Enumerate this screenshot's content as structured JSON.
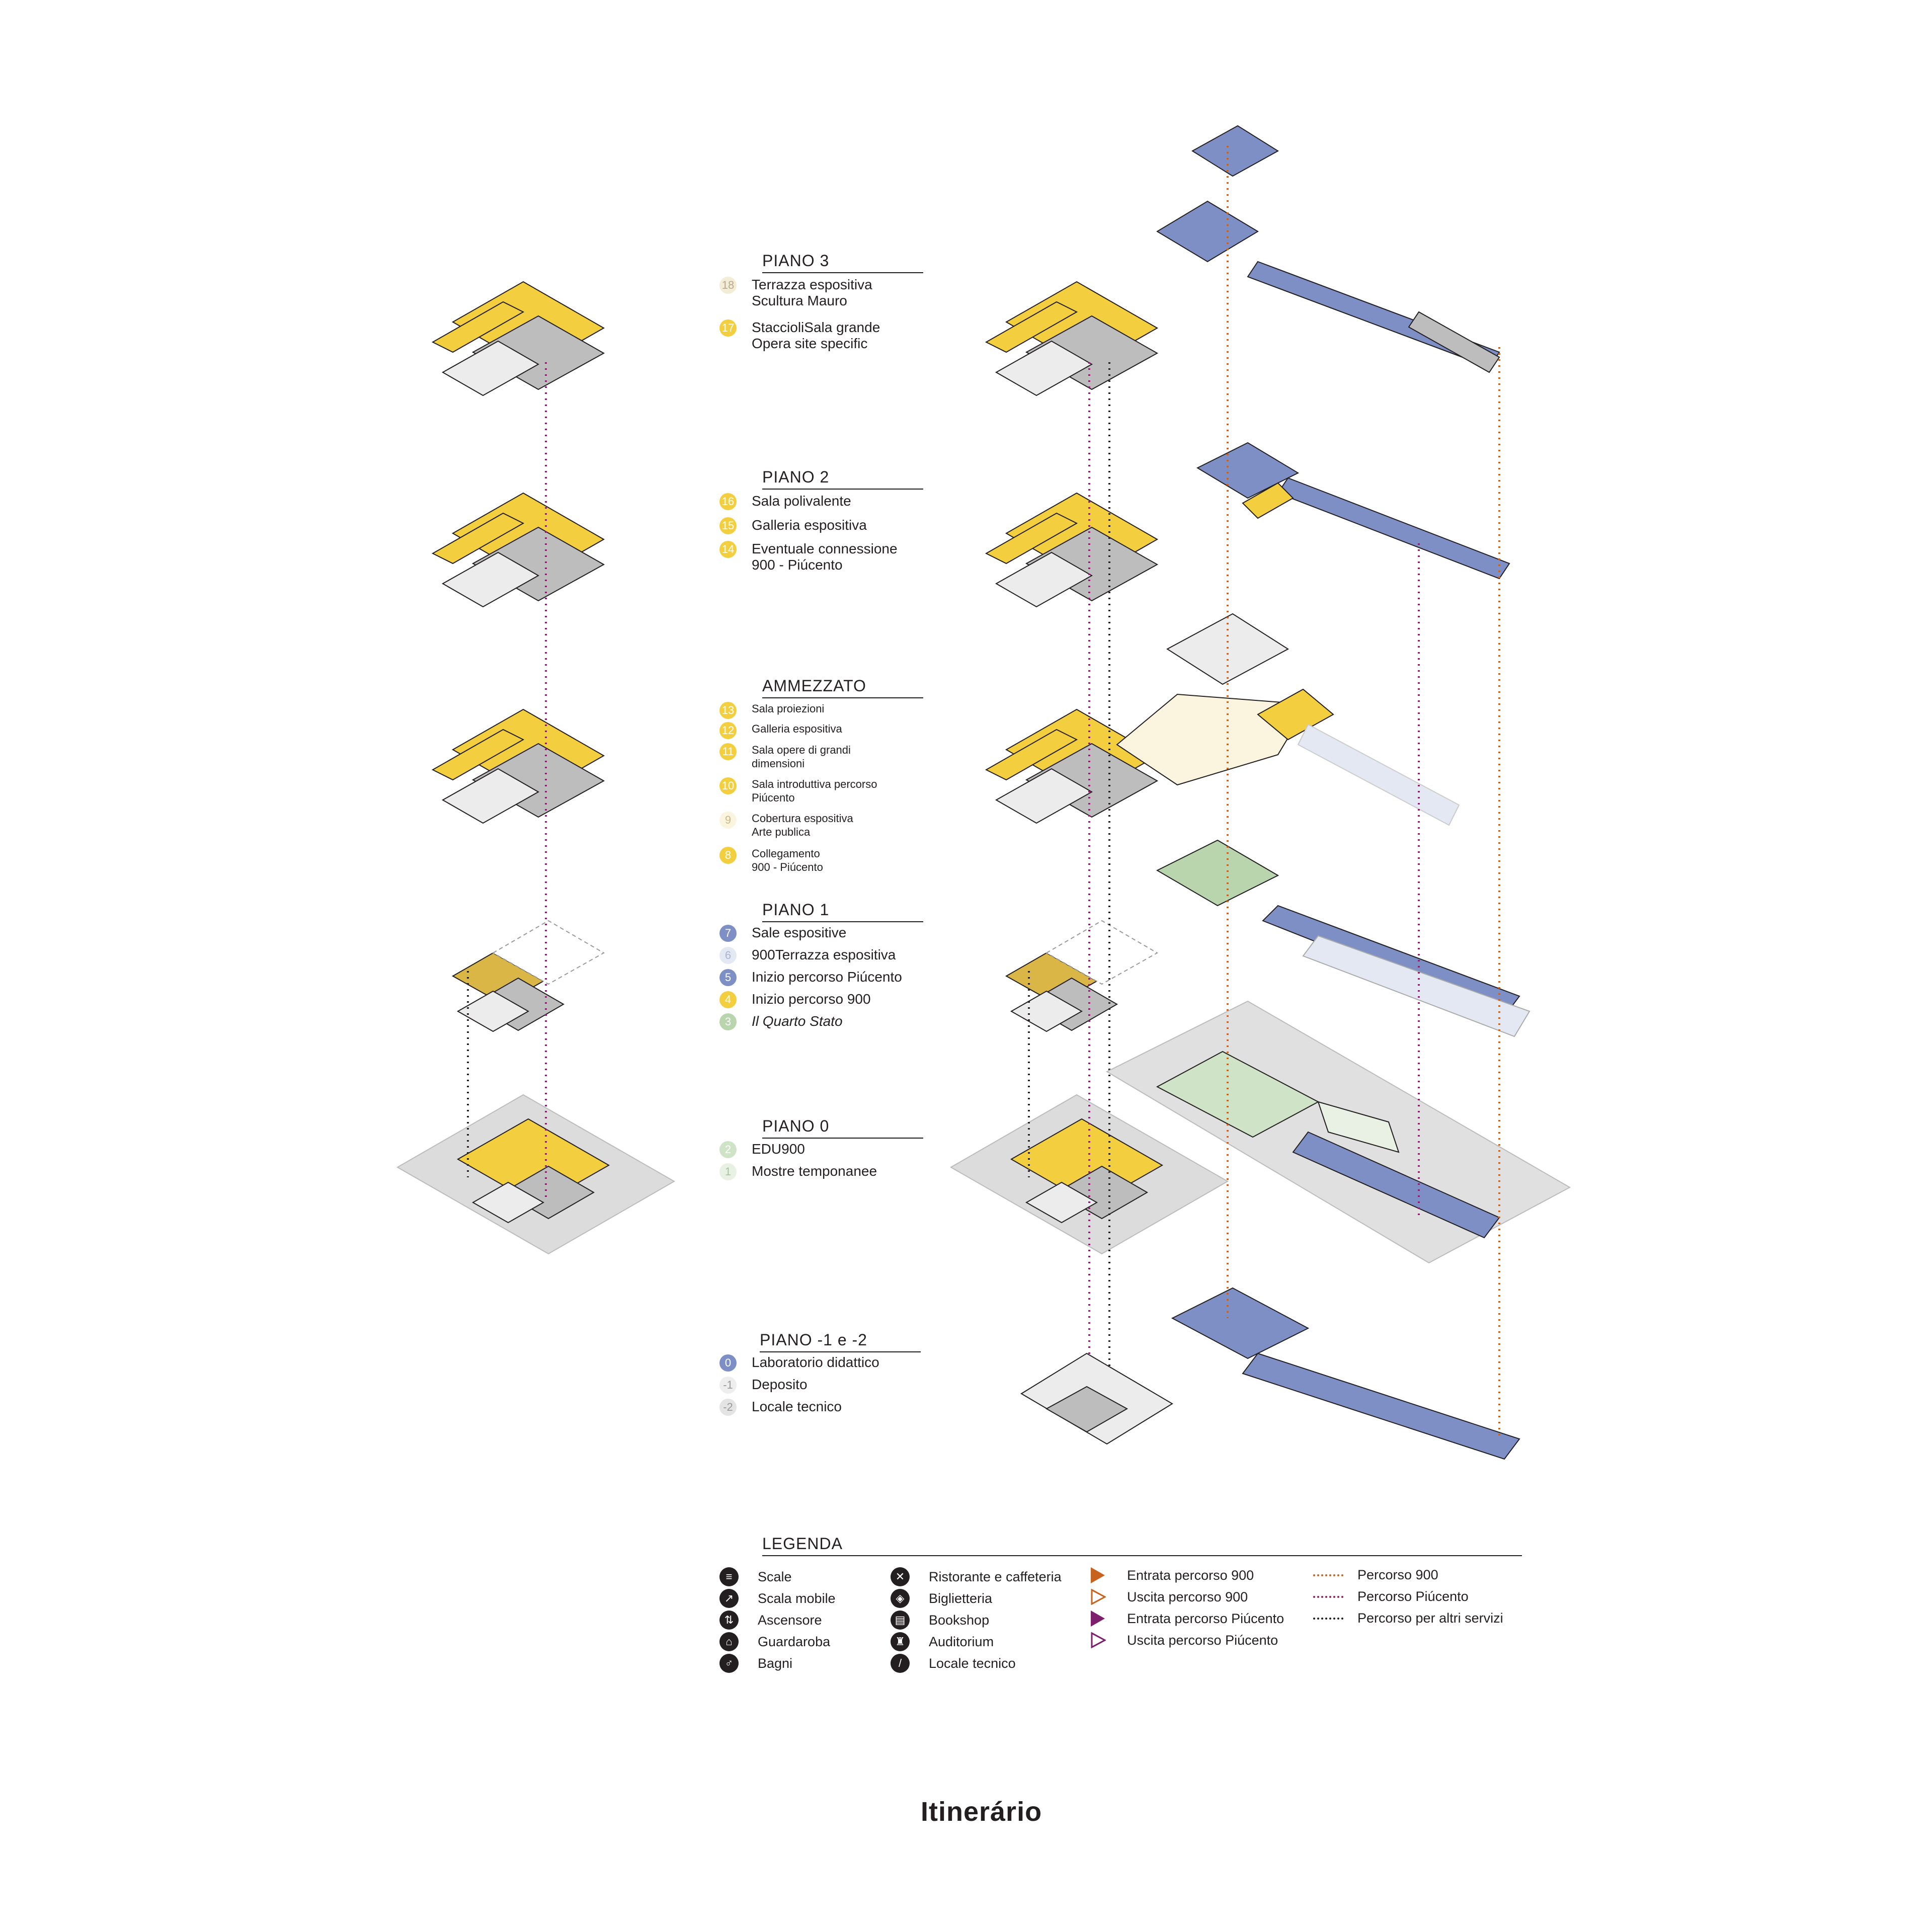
{
  "floors": [
    {
      "title": "PIANO 3",
      "rows": [
        {
          "num": "18",
          "color": "#f3ecd6",
          "text": "Terrazza espositiva\nScultura Mauro",
          "size": "normal",
          "italic": false
        },
        {
          "num": "17",
          "color": "#f3cf3f",
          "text": "StaccioliSala grande\nOpera site specific",
          "size": "normal",
          "italic": false
        }
      ]
    },
    {
      "title": "PIANO 2",
      "rows": [
        {
          "num": "16",
          "color": "#f3cf3f",
          "text": "Sala polivalente",
          "size": "normal",
          "italic": false
        },
        {
          "num": "15",
          "color": "#f3cf3f",
          "text": "Galleria espositiva",
          "size": "normal",
          "italic": false
        },
        {
          "num": "14",
          "color": "#f3cf3f",
          "text": "Eventuale connessione\n900 - Piúcento",
          "size": "normal",
          "italic": false
        }
      ]
    },
    {
      "title": "AMMEZZATO",
      "rows": [
        {
          "num": "13",
          "color": "#f3cf3f",
          "text": "Sala proiezioni",
          "size": "small",
          "italic": false
        },
        {
          "num": "12",
          "color": "#f3cf3f",
          "text": "Galleria espositiva",
          "size": "small",
          "italic": false
        },
        {
          "num": "11",
          "color": "#f3cf3f",
          "text": "Sala opere di grandi\ndimensioni",
          "size": "small",
          "italic": false
        },
        {
          "num": "10",
          "color": "#f3cf3f",
          "text": "Sala introduttiva percorso\nPiúcento",
          "size": "small",
          "italic": false
        },
        {
          "num": "9",
          "color": "#fbf4df",
          "text": "Cobertura espositiva\nArte publica",
          "size": "small",
          "italic": false
        },
        {
          "num": "8",
          "color": "#f3cf3f",
          "text": "Collegamento\n900 - Piúcento",
          "size": "small",
          "italic": false
        }
      ]
    },
    {
      "title": "PIANO 1",
      "rows": [
        {
          "num": "7",
          "color": "#7d8fc4",
          "text": "Sale espositive",
          "size": "normal",
          "italic": false
        },
        {
          "num": "6",
          "color": "#e4e8f3",
          "text": "900Terrazza espositiva",
          "size": "normal",
          "italic": false
        },
        {
          "num": "5",
          "color": "#7d8fc4",
          "text": "Inizio percorso Piúcento",
          "size": "normal",
          "italic": false
        },
        {
          "num": "4",
          "color": "#f3cf3f",
          "text": "Inizio percorso 900",
          "size": "normal",
          "italic": false
        },
        {
          "num": "3",
          "color": "#b9d5ad",
          "text": "Il Quarto Stato",
          "size": "normal",
          "italic": true
        }
      ]
    },
    {
      "title": "PIANO 0",
      "rows": [
        {
          "num": "2",
          "color": "#cfe3c6",
          "text": "EDU900",
          "size": "normal",
          "italic": false
        },
        {
          "num": "1",
          "color": "#e8f1e3",
          "text": "Mostre temponanee",
          "size": "normal",
          "italic": false
        }
      ]
    },
    {
      "title": "PIANO -1 e -2",
      "rows": [
        {
          "num": "0",
          "color": "#7d8fc4",
          "text": "Laboratorio didattico",
          "size": "normal",
          "italic": false
        },
        {
          "num": "-1",
          "color": "#eeeeee",
          "text": "Deposito",
          "size": "normal",
          "italic": false
        },
        {
          "num": "-2",
          "color": "#e4e4e4",
          "text": "Locale tecnico",
          "size": "normal",
          "italic": false
        }
      ]
    }
  ],
  "legend": {
    "title": "LEGENDA",
    "col1": [
      {
        "icon": "stairs-icon",
        "label": "Scale"
      },
      {
        "icon": "escalator-icon",
        "label": "Scala mobile"
      },
      {
        "icon": "elevator-icon",
        "label": "Ascensore"
      },
      {
        "icon": "cloakroom-icon",
        "label": "Guardaroba"
      },
      {
        "icon": "restroom-icon",
        "label": "Bagni"
      }
    ],
    "col2": [
      {
        "icon": "restaurant-icon",
        "label": "Ristorante e caffeteria"
      },
      {
        "icon": "ticket-icon",
        "label": "Biglietteria"
      },
      {
        "icon": "bookshop-icon",
        "label": "Bookshop"
      },
      {
        "icon": "auditorium-icon",
        "label": "Auditorium"
      },
      {
        "icon": "wrench-icon",
        "label": "Locale tecnico"
      }
    ],
    "col3": [
      {
        "label": "Entrata percorso 900"
      },
      {
        "label": "Uscita percorso 900"
      },
      {
        "label": "Entrata percorso Piúcento"
      },
      {
        "label": "Uscita percorso Piúcento"
      }
    ],
    "col4": [
      {
        "label": "Percorso 900"
      },
      {
        "label": "Percorso Piúcento"
      },
      {
        "label": "Percorso per altri servizi"
      }
    ]
  },
  "title": "Itinerário",
  "colors": {
    "yellow": "#f3cf3f",
    "blue": "#7d8fc4",
    "green": "#b9d5ad",
    "grey": "#c8c8c8",
    "orange": "#c8631f",
    "purple": "#8e1f6a"
  }
}
